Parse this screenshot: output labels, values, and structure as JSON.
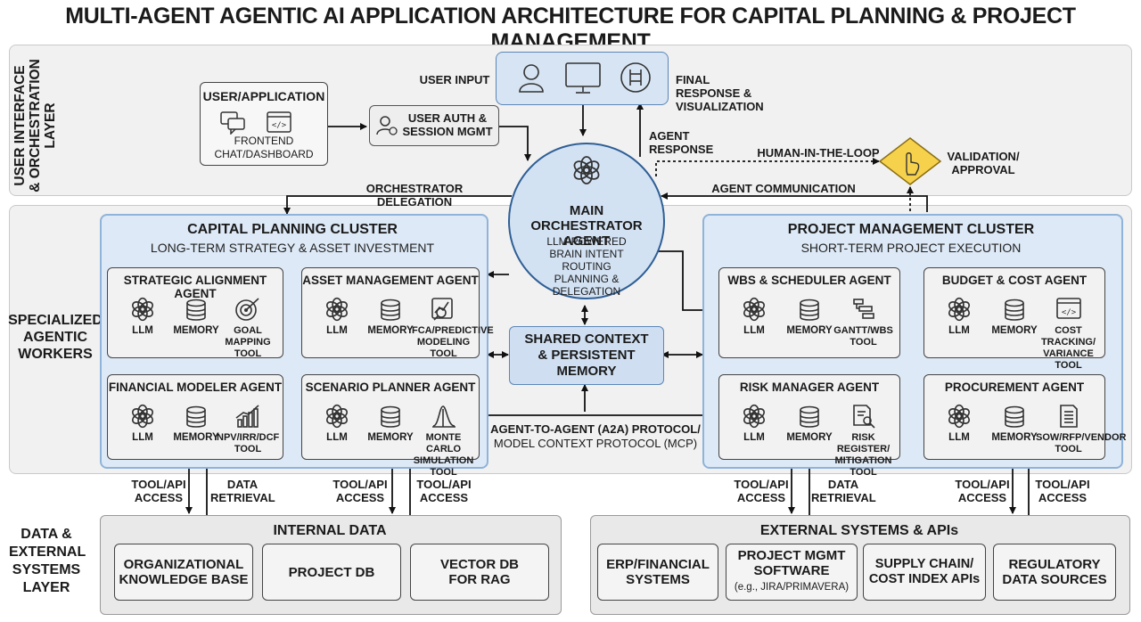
{
  "title": "MULTI-AGENT AGENTIC AI APPLICATION ARCHITECTURE FOR CAPITAL PLANNING & PROJECT MANAGEMENT",
  "layers": {
    "ui": "USER INTERFACE & ORCHESTRATION LAYER",
    "workers": "SPECIALIZED AGENTIC WORKERS",
    "data": "DATA & EXTERNAL SYSTEMS LAYER"
  },
  "ui_layer": {
    "user_app_title": "USER/APPLICATION",
    "user_app_sub": "FRONTEND CHAT/DASHBOARD",
    "auth": "USER AUTH & SESSION MGMT",
    "user_input": "USER INPUT",
    "final_response": "FINAL RESPONSE & VISUALIZATION",
    "agent_response": "AGENT RESPONSE",
    "human_loop": "HUMAN-IN-THE-LOOP",
    "validation": "VALIDATION/ APPROVAL",
    "orch_delegation": "ORCHESTRATOR DELEGATION",
    "agent_comm": "AGENT COMMUNICATION"
  },
  "orchestrator": {
    "title": "MAIN ORCHESTRATOR AGENT",
    "desc": "LLM-POWERED BRAIN INTENT ROUTING PLANNING & DELEGATION"
  },
  "shared_memory": "SHARED CONTEXT & PERSISTENT MEMORY",
  "protocol": {
    "line1": "AGENT-TO-AGENT (A2A) PROTOCOL/",
    "line2": "MODEL CONTEXT PROTOCOL (MCP)"
  },
  "capital_cluster": {
    "title": "CAPITAL PLANNING CLUSTER",
    "subtitle": "LONG-TERM STRATEGY & ASSET INVESTMENT",
    "agents": [
      {
        "name": "STRATEGIC ALIGNMENT AGENT",
        "tool": "GOAL MAPPING TOOL"
      },
      {
        "name": "ASSET MANAGEMENT AGENT",
        "tool": "FCA/PREDICTIVE MODELING TOOL"
      },
      {
        "name": "FINANCIAL MODELER AGENT",
        "tool": "NPV/IRR/DCF TOOL"
      },
      {
        "name": "SCENARIO PLANNER AGENT",
        "tool": "MONTE CARLO SIMULATION TOOL"
      }
    ]
  },
  "pm_cluster": {
    "title": "PROJECT MANAGEMENT CLUSTER",
    "subtitle": "SHORT-TERM PROJECT EXECUTION",
    "agents": [
      {
        "name": "WBS & SCHEDULER AGENT",
        "tool": "GANTT/WBS TOOL"
      },
      {
        "name": "BUDGET & COST AGENT",
        "tool": "COST TRACKING/ VARIANCE TOOL"
      },
      {
        "name": "RISK MANAGER AGENT",
        "tool": "RISK REGISTER/ MITIGATION TOOL"
      },
      {
        "name": "PROCUREMENT AGENT",
        "tool": "SOW/RFP/VENDOR TOOL"
      }
    ]
  },
  "common": {
    "llm": "LLM",
    "memory": "MEMORY"
  },
  "access_labels": {
    "tool_api": "TOOL/API ACCESS",
    "data_retrieval": "DATA RETRIEVAL"
  },
  "internal_data": {
    "title": "INTERNAL DATA",
    "items": [
      "ORGANIZATIONAL KNOWLEDGE BASE",
      "PROJECT DB",
      "VECTOR DB FOR RAG"
    ]
  },
  "external": {
    "title": "EXTERNAL SYSTEMS & APIs",
    "erp": "ERP/FINANCIAL SYSTEMS",
    "pm_software": "PROJECT MGMT SOFTWARE",
    "pm_software_note": "(e.g., JIRA/PRIMAVERA)",
    "supply": "SUPPLY CHAIN/ COST INDEX APIs",
    "regulatory": "REGULATORY DATA SOURCES"
  }
}
